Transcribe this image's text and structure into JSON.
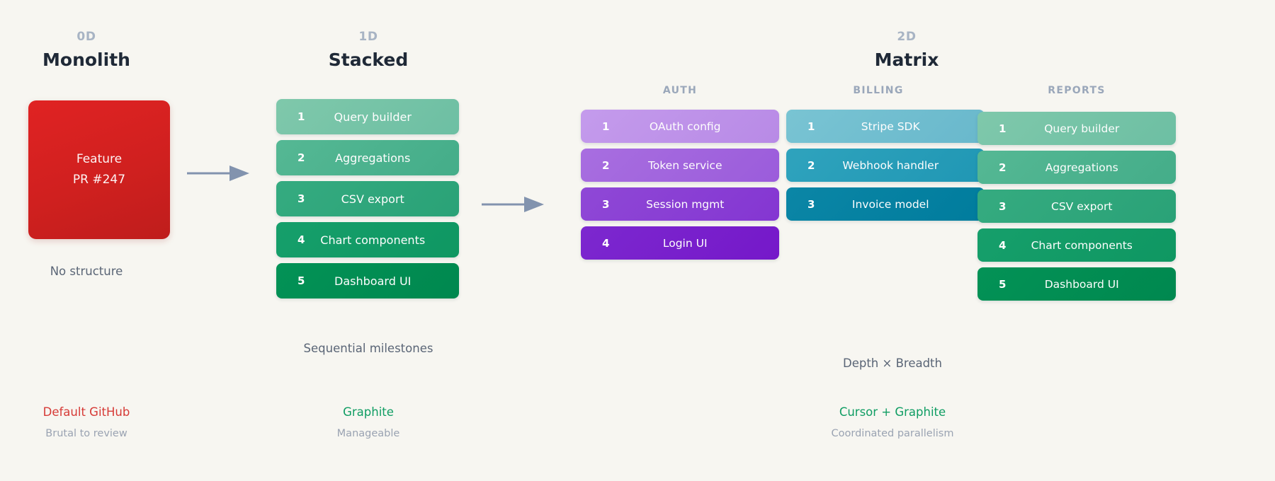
{
  "background_color": "#f7f6f1",
  "columns": [
    {
      "dim": "0D",
      "title": "Monolith",
      "caption": "No structure",
      "footer_title": "Default GitHub",
      "footer_title_color": "#d63a36",
      "footer_sub": "Brutal to review"
    },
    {
      "dim": "1D",
      "title": "Stacked",
      "caption": "Sequential milestones",
      "footer_title": "Graphite",
      "footer_title_color": "#0f9d63",
      "footer_sub": "Manageable"
    },
    {
      "dim": "2D",
      "title": "Matrix",
      "caption": "Depth × Breadth",
      "footer_title": "Cursor + Graphite",
      "footer_title_color": "#0f9d63",
      "footer_sub": "Coordinated parallelism"
    }
  ],
  "monolith": {
    "line1": "Feature",
    "line2": "PR #247",
    "color_top": "#e02323",
    "color_bottom": "#bf1d1c"
  },
  "stacked": {
    "items": [
      {
        "num": "1",
        "label": "Query builder",
        "color_start": "#7fc8ab",
        "color_end": "#6dbfa3"
      },
      {
        "num": "2",
        "label": "Aggregations",
        "color_start": "#55b894",
        "color_end": "#44ad89"
      },
      {
        "num": "3",
        "label": "CSV export",
        "color_start": "#35ab80",
        "color_end": "#2aa277"
      },
      {
        "num": "4",
        "label": "Chart components",
        "color_start": "#169f6b",
        "color_end": "#0f9762"
      },
      {
        "num": "5",
        "label": "Dashboard UI",
        "color_start": "#039256",
        "color_end": "#00884f"
      }
    ]
  },
  "matrix": {
    "groups": [
      {
        "name": "AUTH",
        "items": [
          {
            "num": "1",
            "label": "OAuth config",
            "color_start": "#c49bec",
            "color_end": "#b88ae6"
          },
          {
            "num": "2",
            "label": "Token service",
            "color_start": "#a86ee0",
            "color_end": "#9b5cdb"
          },
          {
            "num": "3",
            "label": "Session mgmt",
            "color_start": "#8f48d6",
            "color_end": "#8436d2"
          },
          {
            "num": "4",
            "label": "Login UI",
            "color_start": "#7c28cf",
            "color_end": "#7518c9"
          }
        ]
      },
      {
        "name": "BILLING",
        "items": [
          {
            "num": "1",
            "label": "Stripe SDK",
            "color_start": "#79c4d3",
            "color_end": "#69b8cc"
          },
          {
            "num": "2",
            "label": "Webhook handler",
            "color_start": "#2fa3bd",
            "color_end": "#2097b4"
          },
          {
            "num": "3",
            "label": "Invoice model",
            "color_start": "#0b86a6",
            "color_end": "#007c9d"
          }
        ]
      },
      {
        "name": "REPORTS",
        "items": [
          {
            "num": "1",
            "label": "Query builder",
            "color_start": "#7fc8ab",
            "color_end": "#6dbfa3"
          },
          {
            "num": "2",
            "label": "Aggregations",
            "color_start": "#55b894",
            "color_end": "#44ad89"
          },
          {
            "num": "3",
            "label": "CSV export",
            "color_start": "#35ab80",
            "color_end": "#2aa277"
          },
          {
            "num": "4",
            "label": "Chart components",
            "color_start": "#169f6b",
            "color_end": "#0f9762"
          },
          {
            "num": "5",
            "label": "Dashboard UI",
            "color_start": "#039256",
            "color_end": "#00884f"
          }
        ]
      }
    ]
  },
  "arrows": [
    {
      "name": "arrow-monolith-to-stacked",
      "color": "#8293ae"
    },
    {
      "name": "arrow-stacked-to-matrix",
      "color": "#8293ae"
    }
  ]
}
